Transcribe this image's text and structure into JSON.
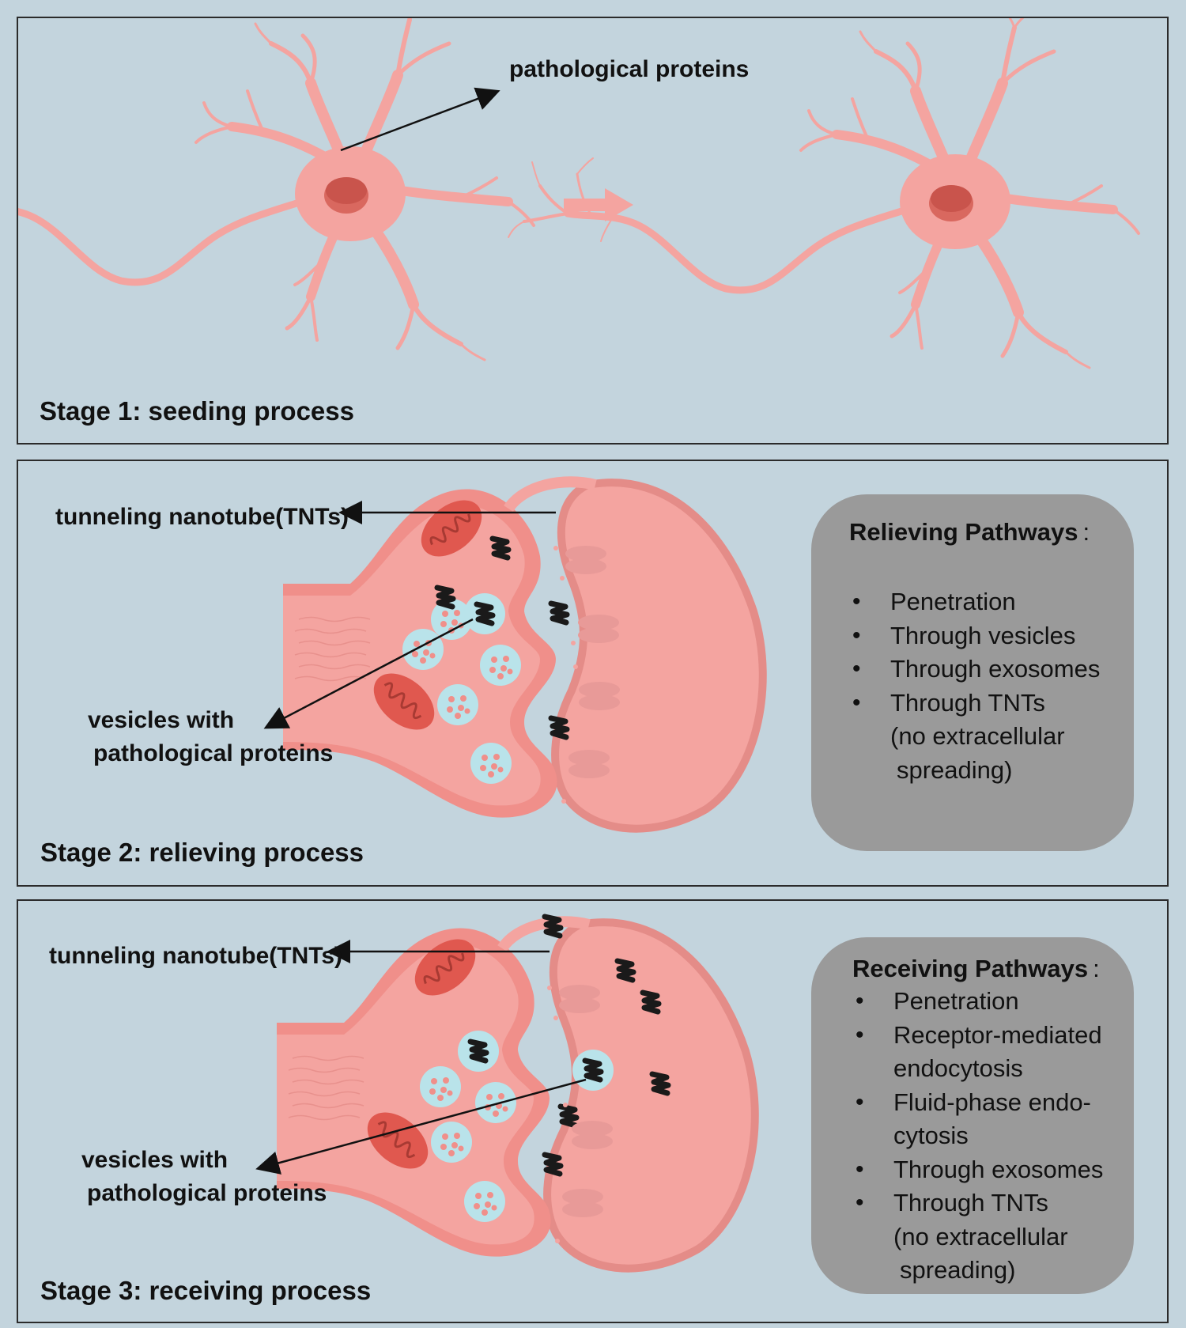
{
  "stage1": {
    "title": "Stage 1: seeding process",
    "label_pathological": "pathological proteins"
  },
  "stage2": {
    "title": "Stage 2: relieving process",
    "label_tnt": "tunneling nanotube(TNTs)",
    "label_vesicles_line1": "vesicles with",
    "label_vesicles_line2": "pathological proteins",
    "box_title": "Relieving Pathways",
    "box_colon": ":",
    "items": [
      {
        "text": "Penetration"
      },
      {
        "text": "Through vesicles"
      },
      {
        "text": "Through exosomes"
      },
      {
        "text": "Through TNTs",
        "cont1": "(no extracellular",
        "cont2": " spreading)"
      }
    ]
  },
  "stage3": {
    "title": "Stage 3: receiving process",
    "label_tnt": "tunneling nanotube(TNTs)",
    "label_vesicles_line1": "vesicles with",
    "label_vesicles_line2": "pathological proteins",
    "box_title": "Receiving Pathways",
    "box_colon": ":",
    "items": [
      {
        "text": "Penetration"
      },
      {
        "text": "Receptor-mediated",
        "cont1": "endocytosis"
      },
      {
        "text": "Fluid-phase endo-",
        "cont1": "cytosis"
      },
      {
        "text": "Through exosomes"
      },
      {
        "text": "Through TNTs",
        "cont1": "(no extracellular",
        "cont2": " spreading)"
      }
    ]
  },
  "bullet": "•",
  "colors": {
    "background": "#c3d4dd",
    "neuron": "#f4a4a0",
    "nucleus": "#d9685f",
    "mitochondria": "#e0584f",
    "vesicle": "#b9e3ea",
    "protein": "#1a1a1a",
    "pathway_box": "#9a9a9a"
  }
}
